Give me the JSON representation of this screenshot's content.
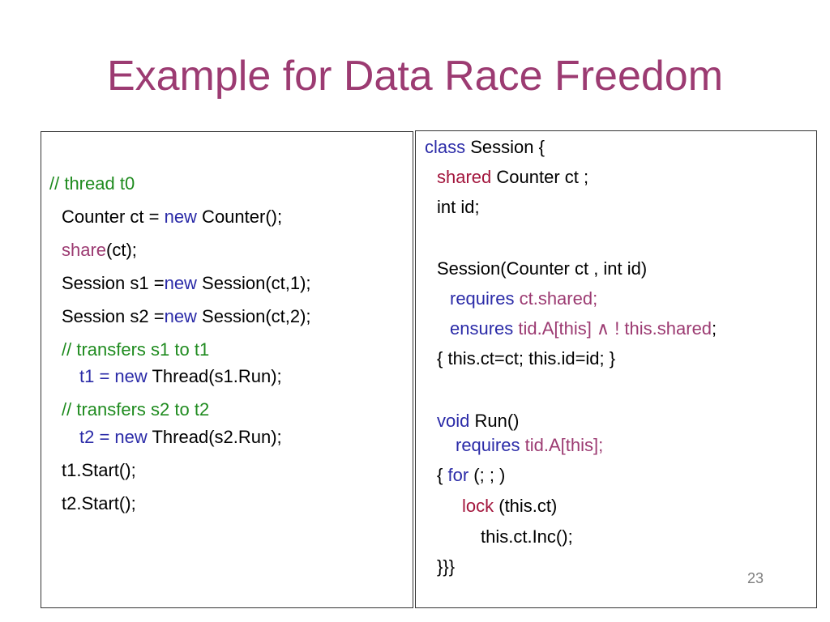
{
  "slide": {
    "title": "Example for Data Race Freedom",
    "page_number": "23",
    "colors": {
      "title": "#9c3b72",
      "keyword_blue": "#2b2ba8",
      "keyword_purple": "#9c3b72",
      "keyword_maroon": "#a3163d",
      "comment_green": "#1f8b1f",
      "text": "#000000"
    }
  },
  "left_code": {
    "l1": "// thread t0",
    "l2a": "Counter ct = ",
    "l2b": "new",
    "l2c": " Counter();",
    "l3a": "share",
    "l3b": "(ct);",
    "l4a": "Session s1 =",
    "l4b": "new",
    "l4c": " Session(ct,1);",
    "l5a": "Session s2 =",
    "l5b": "new",
    "l5c": " Session(ct,2);",
    "l6": "// transfers s1 to t1",
    "l7a": "t1 = new",
    "l7b": " Thread(s1.Run);",
    "l8": "// transfers s2 to t2",
    "l9a": "t2 = new",
    "l9b": " Thread(s2.Run);",
    "l10": "t1.Start();",
    "l11": "t2.Start();"
  },
  "right_code": {
    "r1a": "class",
    "r1b": " Session {",
    "r2a": "shared",
    "r2b": " Counter ct ;",
    "r3": "int id;",
    "r4": "Session(Counter ct , int id)",
    "r5a": "requires",
    "r5b": " ct.shared;",
    "r6a": "ensures",
    "r6b": " tid.A[this] ∧ ! this.shared",
    "r6c": ";",
    "r7": "{ this.ct=ct; this.id=id; }",
    "r8a": "void",
    "r8b": " Run()",
    "r9a": "requires",
    "r9b": " tid.A[this];",
    "r10a": "{ ",
    "r10b": "for",
    "r10c": " (; ; )",
    "r11a": "lock",
    "r11b": " (this.ct)",
    "r12": "this.ct.Inc();",
    "r13": "}}}"
  }
}
